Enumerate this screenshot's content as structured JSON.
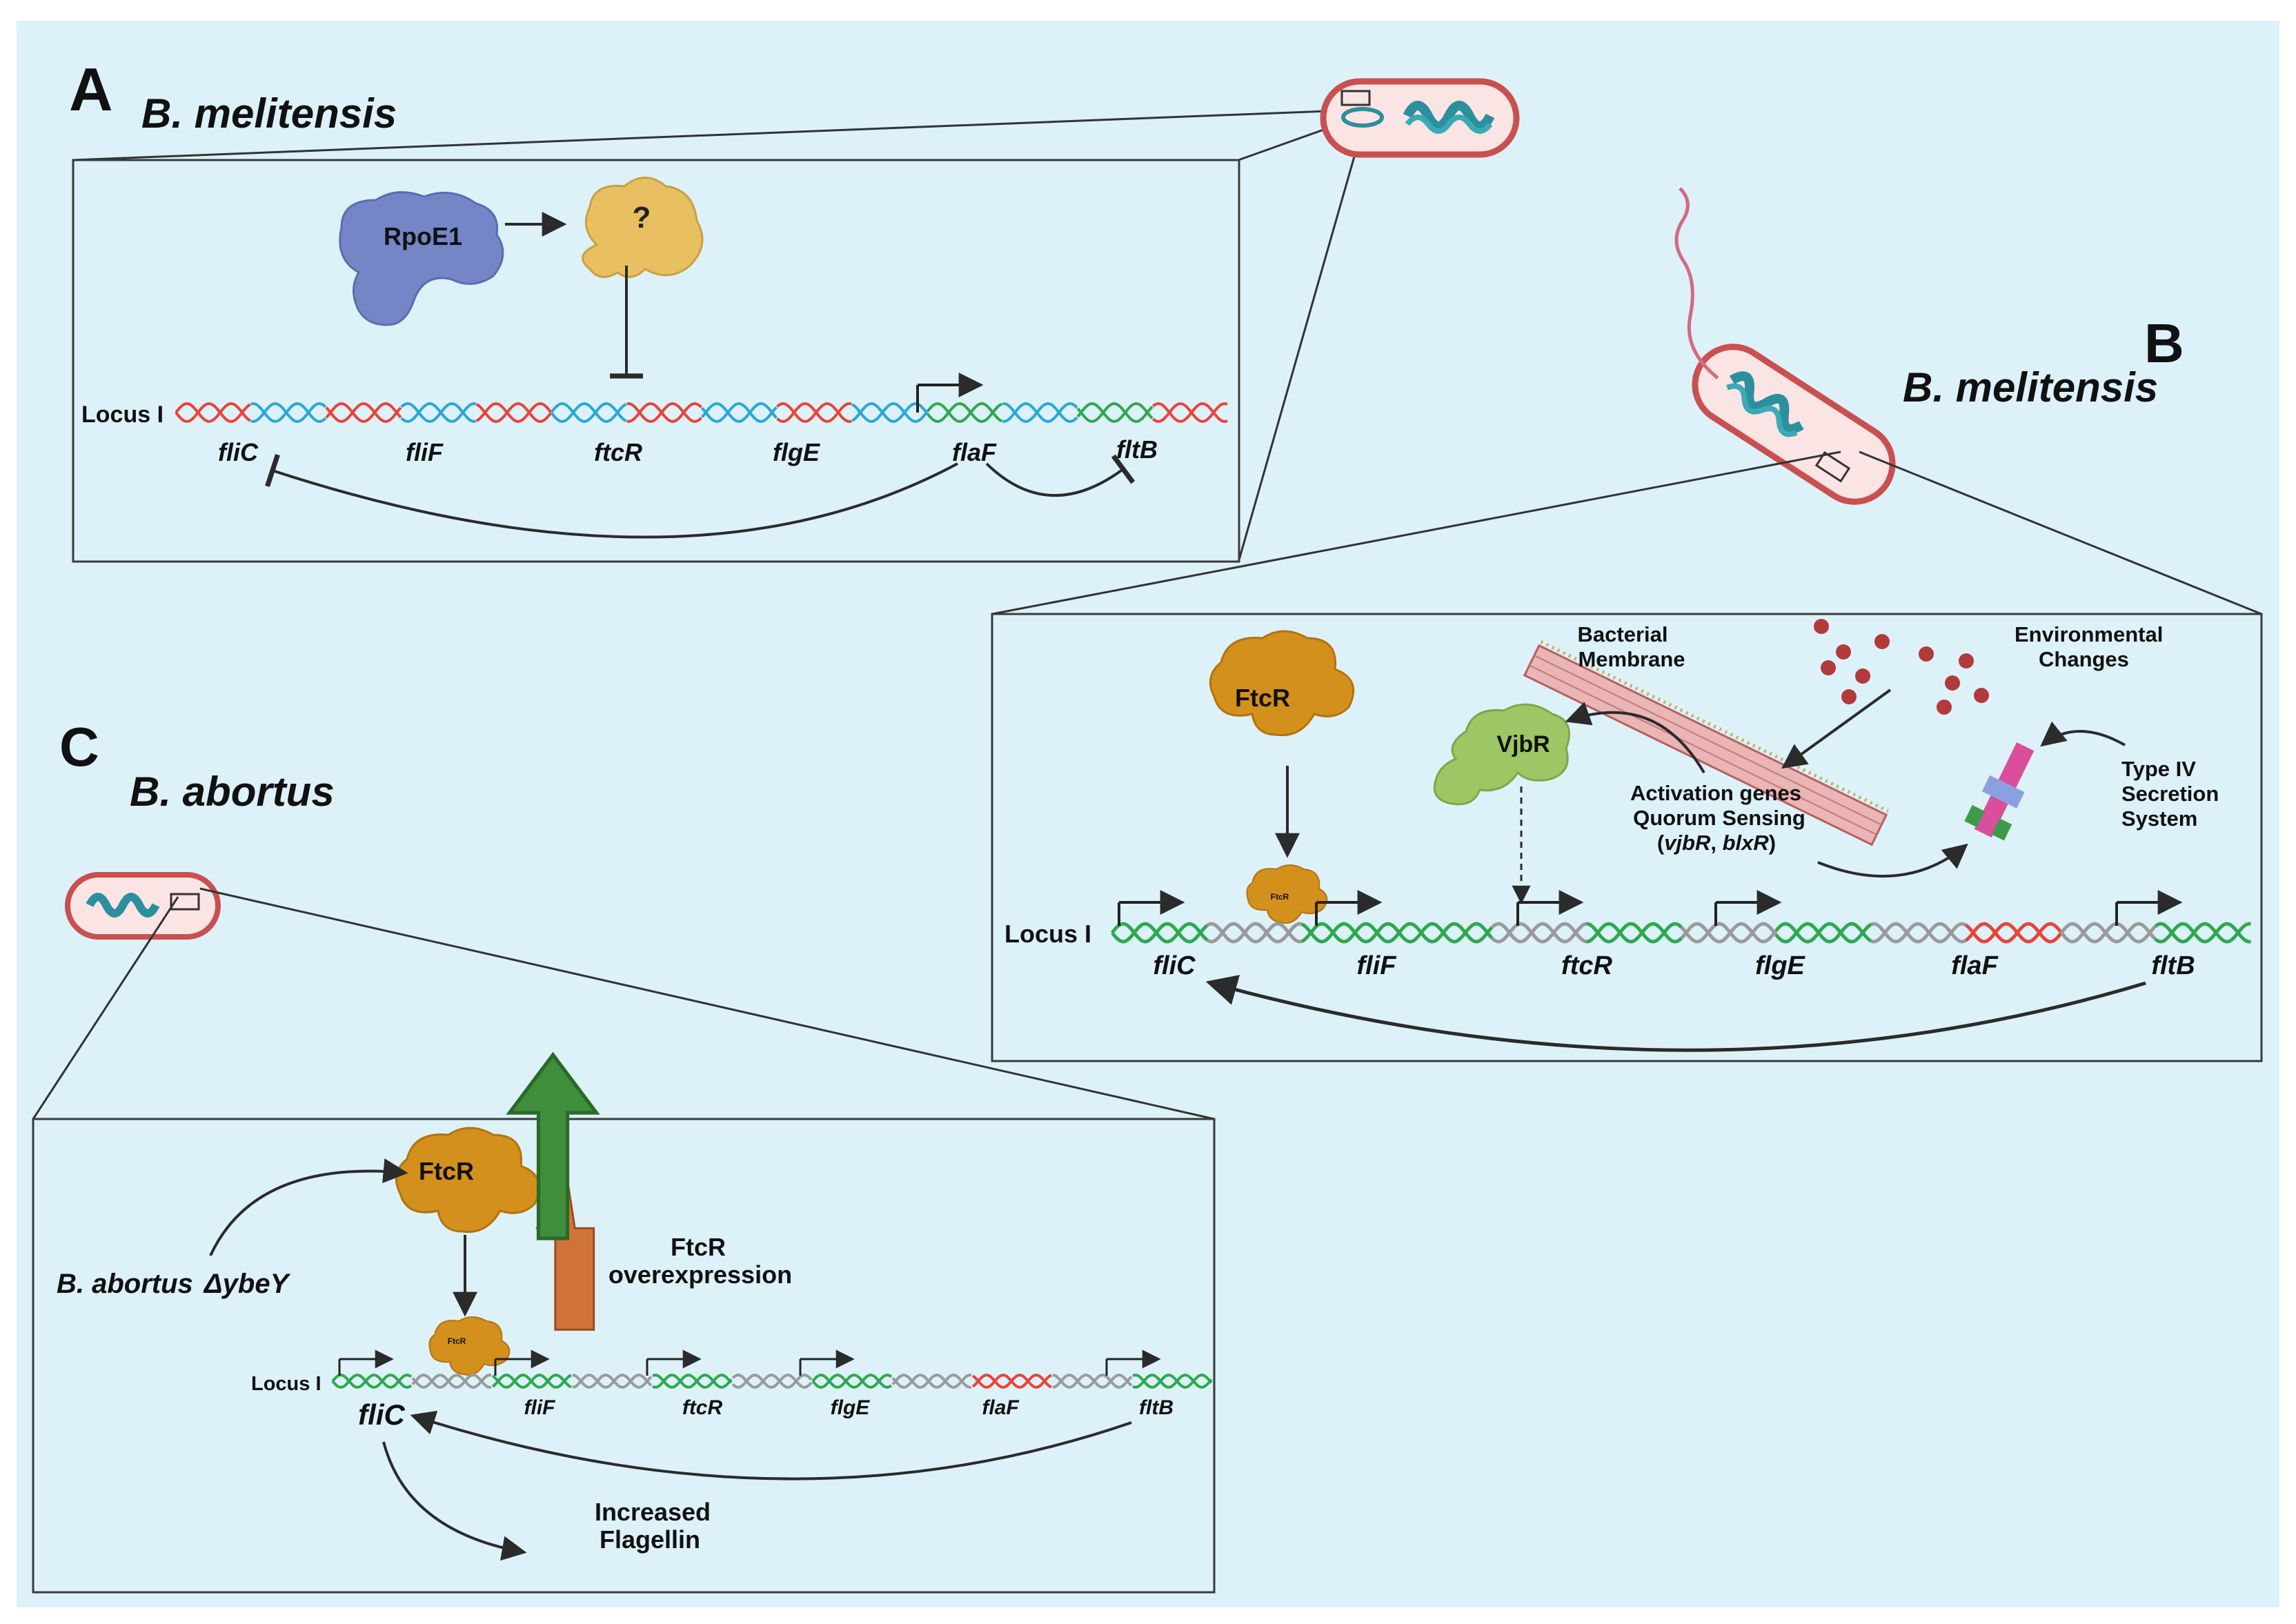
{
  "colors": {
    "background": "#ddf1f9",
    "frame": "#3a3a3a",
    "strand_red": "#e8443a",
    "strand_blue": "#2aa7d8",
    "strand_green": "#2ea84f",
    "strand_grey": "#9a9a9a",
    "rpoe1": "#7486c6",
    "unknown_protein": "#e8c062",
    "ftcr": "#d4901c",
    "vjbr": "#9dc764",
    "cell_fill": "#fbe4e4",
    "cell_edge": "#c95050",
    "dna_blob": "#2c8f9d",
    "up_arrow_orange": "#d0733a",
    "up_arrow_green": "#3e8e3c",
    "droplet": "#b23a3a",
    "membrane": "#e9b5b5",
    "t4ss": "#d94f9b"
  },
  "panelA": {
    "letter": "A",
    "species": "B. melitensis",
    "protein_rpoe1": "RpoE1",
    "protein_unknown": "?",
    "locus_label": "Locus I",
    "genes": [
      "fliC",
      "fliF",
      "ftcR",
      "flgE",
      "flaF",
      "fltB"
    ]
  },
  "panelB": {
    "letter": "B",
    "species": "B. melitensis",
    "protein_ftcr": "FtcR",
    "protein_ftcr_small": "FtcR",
    "protein_vjbr": "VjbR",
    "membrane_label": [
      "Bacterial",
      "Membrane"
    ],
    "environment_label": [
      "Environmental",
      "Changes"
    ],
    "activation_label": [
      "Activation genes",
      "Quorum Sensing"
    ],
    "activation_genes": {
      "open": "(",
      "g1": "vjbR",
      "sep": ", ",
      "g2": "blxR",
      "close": ")"
    },
    "secretion_label": [
      "Type IV",
      "Secretion",
      "System"
    ],
    "locus_label": "Locus I",
    "genes": [
      "fliC",
      "fliF",
      "ftcR",
      "flgE",
      "flaF",
      "fltB"
    ]
  },
  "panelC": {
    "letter": "C",
    "species": "B. abortus",
    "protein_ftcr": "FtcR",
    "protein_ftcr_small": "FtcR",
    "mutant_name": "B. abortus",
    "mutant_gene": "ΔybeY",
    "overexpression_label": [
      "FtcR",
      "overexpression"
    ],
    "flagellin_label": [
      "Increased",
      "Flagellin"
    ],
    "locus_label": "Locus I",
    "genes": [
      "fliC",
      "fliF",
      "ftcR",
      "flgE",
      "flaF",
      "fltB"
    ]
  }
}
